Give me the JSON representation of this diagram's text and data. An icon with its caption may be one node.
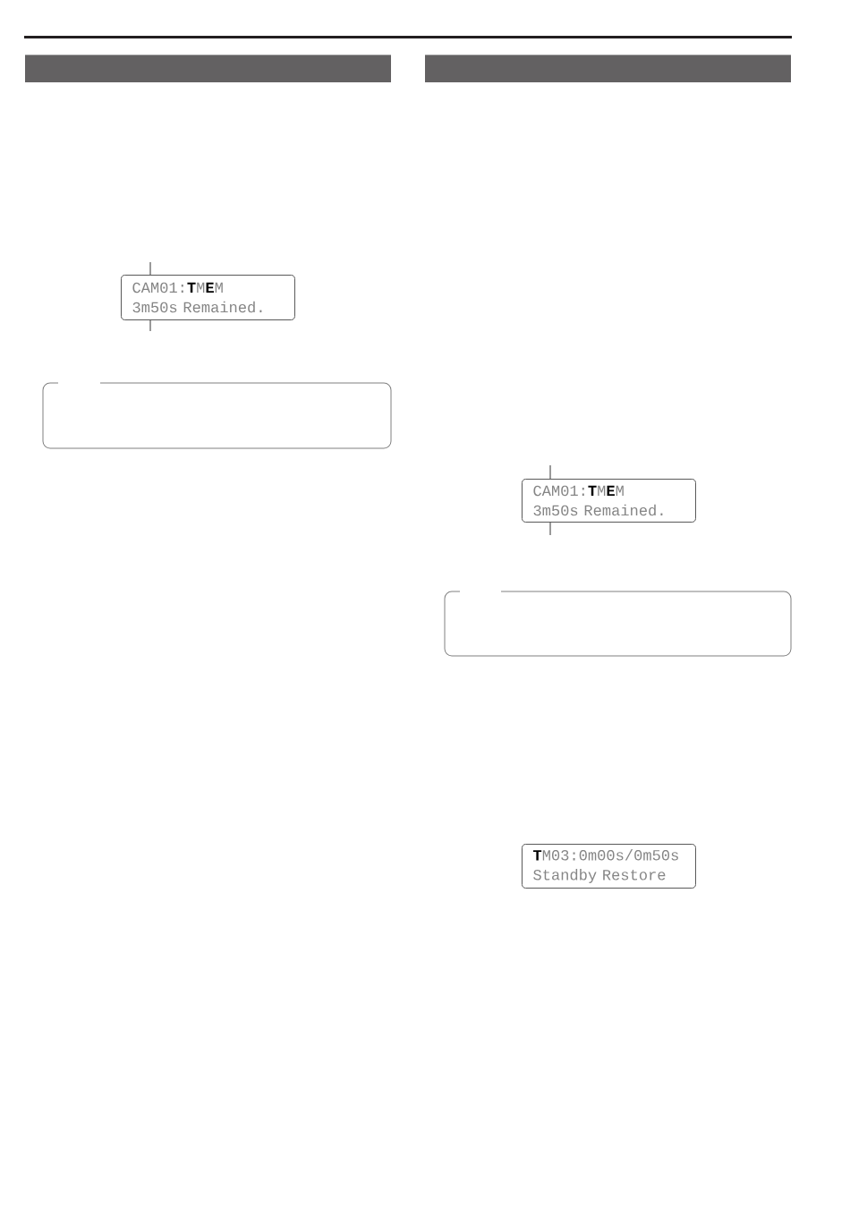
{
  "diagram": {
    "nodes": [
      {
        "text": [
          "CAM01:**T**M**E**M",
          "3m50s Remained."
        ]
      },
      {
        "text": [
          "CAM01:**T**M**E**M",
          "3m50s Remained."
        ]
      },
      {
        "text": [
          "**T**M03:0m00s/0m50s",
          "Standby Restore"
        ]
      }
    ],
    "edges": [
      {
        "from": null,
        "to": 0,
        "arrow": "none"
      },
      {
        "from": null,
        "to": 0,
        "arrow": "none"
      },
      {
        "from": null,
        "to": 1,
        "arrow": "none"
      },
      {
        "from": null,
        "to": 1,
        "arrow": "none"
      }
    ]
  }
}
